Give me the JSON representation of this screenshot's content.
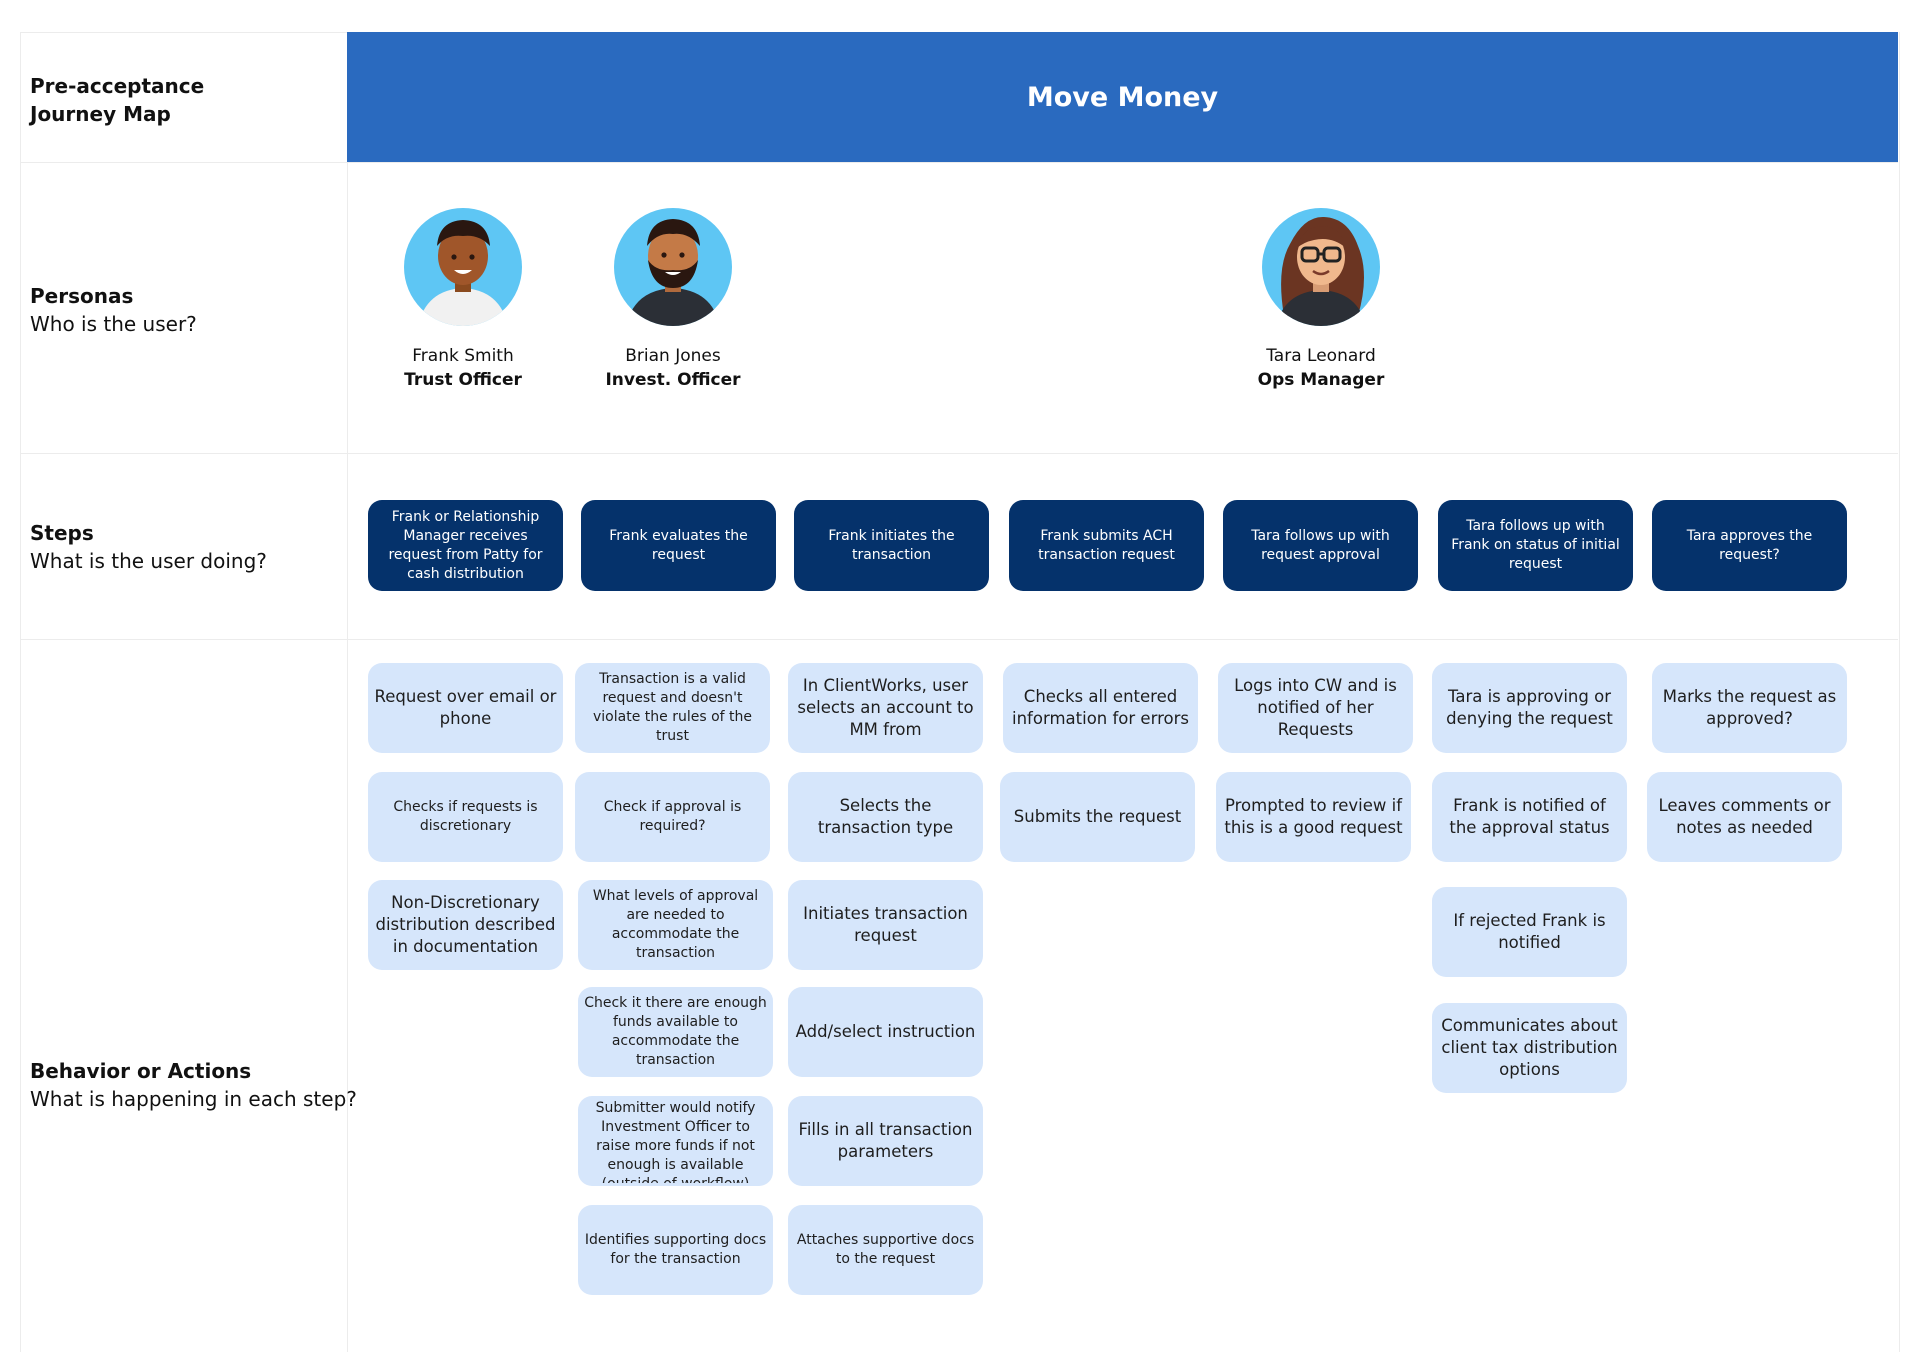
{
  "title": {
    "line1": "Pre-acceptance",
    "line2": "Journey Map"
  },
  "header": {
    "title": "Move Money"
  },
  "rows": {
    "personas": {
      "title": "Personas",
      "subtitle": "Who is the user?"
    },
    "steps": {
      "title": "Steps",
      "subtitle": "What is the user doing?"
    },
    "behavior": {
      "title": "Behavior or Actions",
      "subtitle": "What is happening in each step?"
    }
  },
  "personas": [
    {
      "name": "Frank Smith",
      "role": "Trust Officer"
    },
    {
      "name": "Brian Jones",
      "role": "Invest. Officer"
    },
    {
      "name": "Tara Leonard",
      "role": "Ops Manager"
    }
  ],
  "steps": [
    "Frank or Relationship Manager receives request from Patty for cash distribution",
    "Frank evaluates the request",
    "Frank initiates the transaction",
    "Frank submits ACH transaction request",
    "Tara follows up with request approval",
    "Tara follows up with Frank on status of initial request",
    "Tara approves the request?"
  ],
  "actions": [
    [
      "Request over email or phone",
      "Checks if requests is discretionary",
      "Non-Discretionary distribution described in documentation"
    ],
    [
      "Transaction is a valid request and doesn't violate the rules of the trust",
      "Check if approval is required?",
      "What levels of approval are needed to accommodate the transaction",
      "Check it there are enough funds available to accommodate the transaction",
      "Submitter would notify Investment Officer to raise more funds if not enough is available (outside of workflow)",
      "Identifies supporting docs for the transaction"
    ],
    [
      "In ClientWorks, user selects an account to MM from",
      "Selects the transaction type",
      "Initiates transaction request",
      "Add/select instruction",
      "Fills in all transaction parameters",
      "Attaches supportive docs to the request"
    ],
    [
      "Checks all entered information for errors",
      "Submits the request"
    ],
    [
      "Logs into CW and is notified of her Requests",
      "Prompted to review if this is a good request"
    ],
    [
      "Tara is approving or denying the request",
      "Frank is notified of the approval status",
      "If rejected Frank is notified",
      "Communicates about client tax distribution options"
    ],
    [
      "Marks the request as approved?",
      "Leaves comments or notes as needed"
    ]
  ]
}
